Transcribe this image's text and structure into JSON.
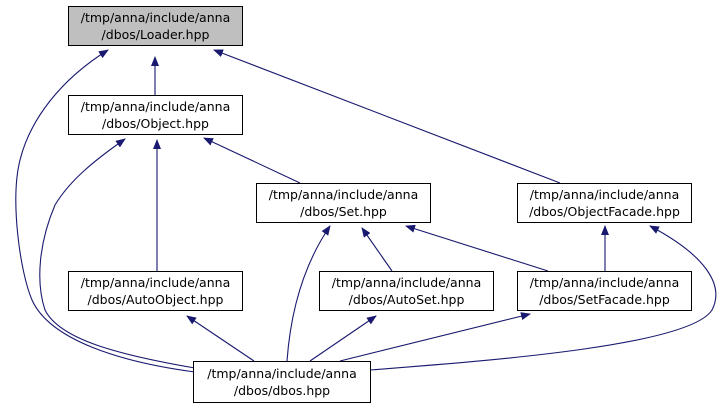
{
  "colors": {
    "edge": "#191970",
    "node_border": "#000000",
    "current_node_fill": "#bfbfbf",
    "node_fill": "#ffffff"
  },
  "nodes": {
    "loader": {
      "line1": "/tmp/anna/include/anna",
      "line2": "/dbos/Loader.hpp"
    },
    "object": {
      "line1": "/tmp/anna/include/anna",
      "line2": "/dbos/Object.hpp"
    },
    "set": {
      "line1": "/tmp/anna/include/anna",
      "line2": "/dbos/Set.hpp"
    },
    "objectfacade": {
      "line1": "/tmp/anna/include/anna",
      "line2": "/dbos/ObjectFacade.hpp"
    },
    "autoobject": {
      "line1": "/tmp/anna/include/anna",
      "line2": "/dbos/AutoObject.hpp"
    },
    "autoset": {
      "line1": "/tmp/anna/include/anna",
      "line2": "/dbos/AutoSet.hpp"
    },
    "setfacade": {
      "line1": "/tmp/anna/include/anna",
      "line2": "/dbos/SetFacade.hpp"
    },
    "dbos": {
      "line1": "/tmp/anna/include/anna",
      "line2": "/dbos/dbos.hpp"
    }
  }
}
